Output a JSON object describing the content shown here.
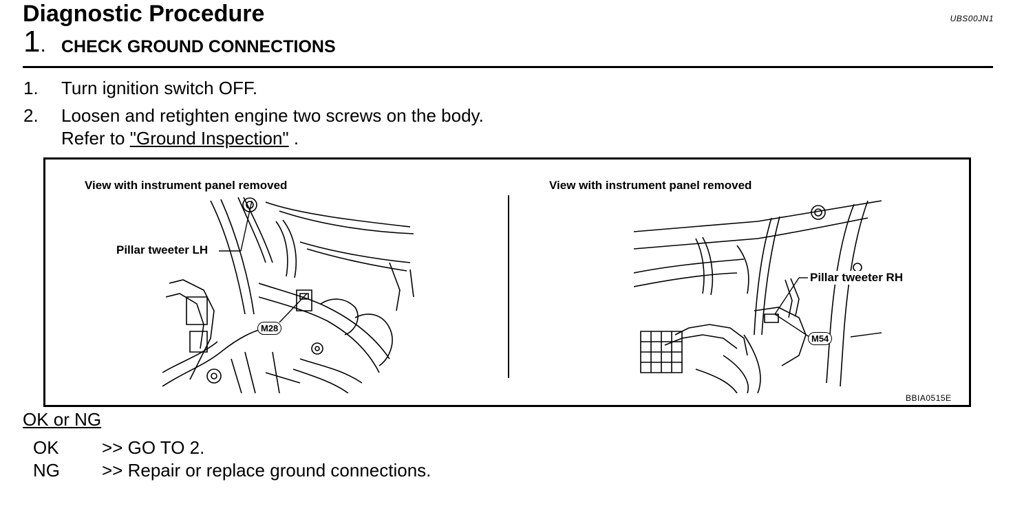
{
  "header": {
    "title": "Diagnostic Procedure",
    "doc_id": "UBS00JN1",
    "step_number": "1",
    "step_title": "CHECK GROUND CONNECTIONS"
  },
  "instructions": [
    {
      "num": "1.",
      "text": "Turn ignition switch OFF."
    },
    {
      "num": "2.",
      "text": "Loosen and retighten engine two screws on the body.",
      "ref_prefix": "Refer to",
      "ref_link": "\"Ground Inspection\"",
      "ref_suffix": "."
    }
  ],
  "figure": {
    "left_caption": "View with instrument panel removed",
    "left_label": "Pillar tweeter LH",
    "left_connector": "M28",
    "right_caption": "View with instrument panel removed",
    "right_label": "Pillar tweeter RH",
    "right_connector": "M54",
    "figure_id": "BBIA0515E"
  },
  "result": {
    "title": "OK or NG",
    "items": [
      {
        "key": "OK",
        "value": ">> GO TO 2."
      },
      {
        "key": "NG",
        "value": ">> Repair or replace ground connections."
      }
    ]
  }
}
